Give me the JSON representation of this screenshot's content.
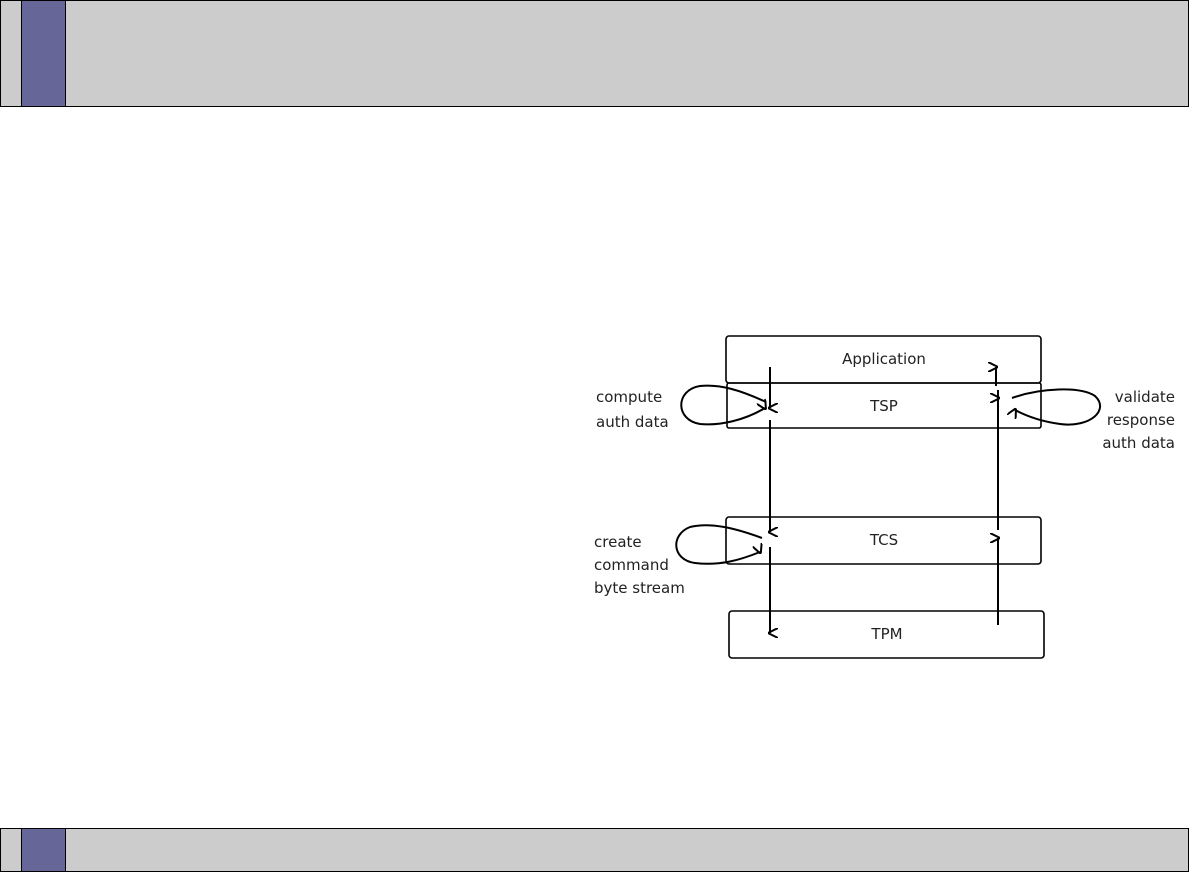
{
  "colors": {
    "bar": "#cccccc",
    "accent": "#666699"
  },
  "diagram": {
    "layers": {
      "application": "Application",
      "tsp": "TSP",
      "tcs": "TCS",
      "tpm": "TPM"
    },
    "annotations": {
      "compute": [
        "compute",
        "auth data"
      ],
      "validate": [
        "validate",
        "response",
        "auth data"
      ],
      "create": [
        "create",
        "command",
        "byte stream"
      ]
    }
  }
}
